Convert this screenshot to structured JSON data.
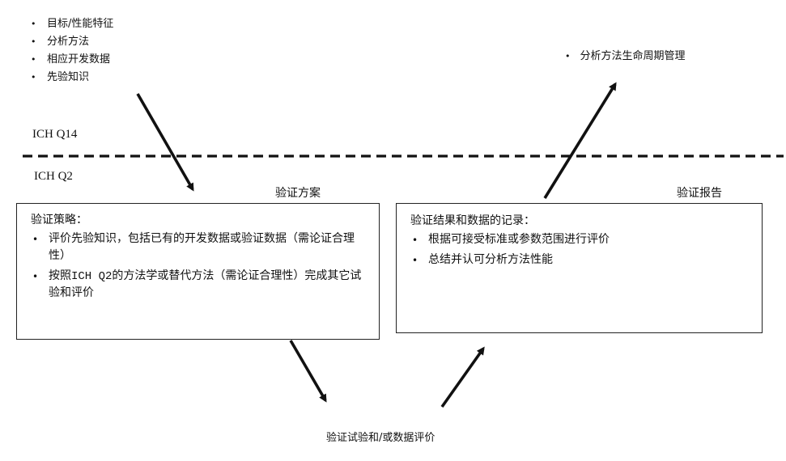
{
  "inputs": {
    "items": [
      "目标/性能特征",
      "分析方法",
      "相应开发数据",
      "先验知识"
    ]
  },
  "lifecycle": {
    "label": "分析方法生命周期管理"
  },
  "divider": {
    "upper_label": "ICH Q14",
    "lower_label": "ICH Q2"
  },
  "protocol": {
    "section_label": "验证方案",
    "heading": "验证策略：",
    "items": [
      "评价先验知识，包括已有的开发数据或验证数据（需论证合理性）",
      "按照ICH Q2的方法学或替代方法（需论证合理性）完成其它试验和评价"
    ]
  },
  "report": {
    "section_label": "验证报告",
    "heading": "验证结果和数据的记录：",
    "items": [
      "根据可接受标准或参数范围进行评价",
      "总结并认可分析方法性能"
    ]
  },
  "evaluation": {
    "label": "验证试验和/或数据评价"
  }
}
